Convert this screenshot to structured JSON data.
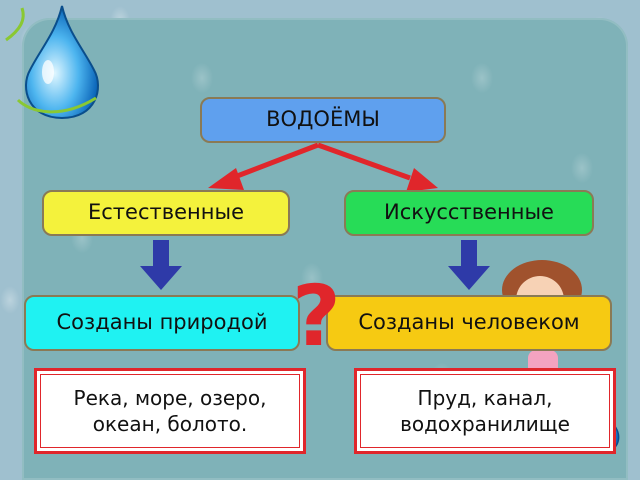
{
  "diagram": {
    "root": "ВОДОЁМЫ",
    "branches": [
      {
        "category": "Естественные",
        "origin": "Созданы природой",
        "examples": "Река, море, озеро, океан, болото."
      },
      {
        "category": "Искусственные",
        "origin": "Созданы человеком",
        "examples": "Пруд, канал, водохранилище"
      }
    ],
    "question_mark": "?"
  },
  "colors": {
    "root_box": "#5fa0ee",
    "natural_box": "#f4f23c",
    "artificial_box": "#27dc57",
    "natural_origin_box": "#1ff2f2",
    "artificial_origin_box": "#f6ca12",
    "arrow_red": "#e0262b",
    "arrow_blue": "#2e3aa8"
  },
  "icons": [
    "water-drop-icon",
    "cartoon-girl-icon",
    "question-mark-icon"
  ]
}
